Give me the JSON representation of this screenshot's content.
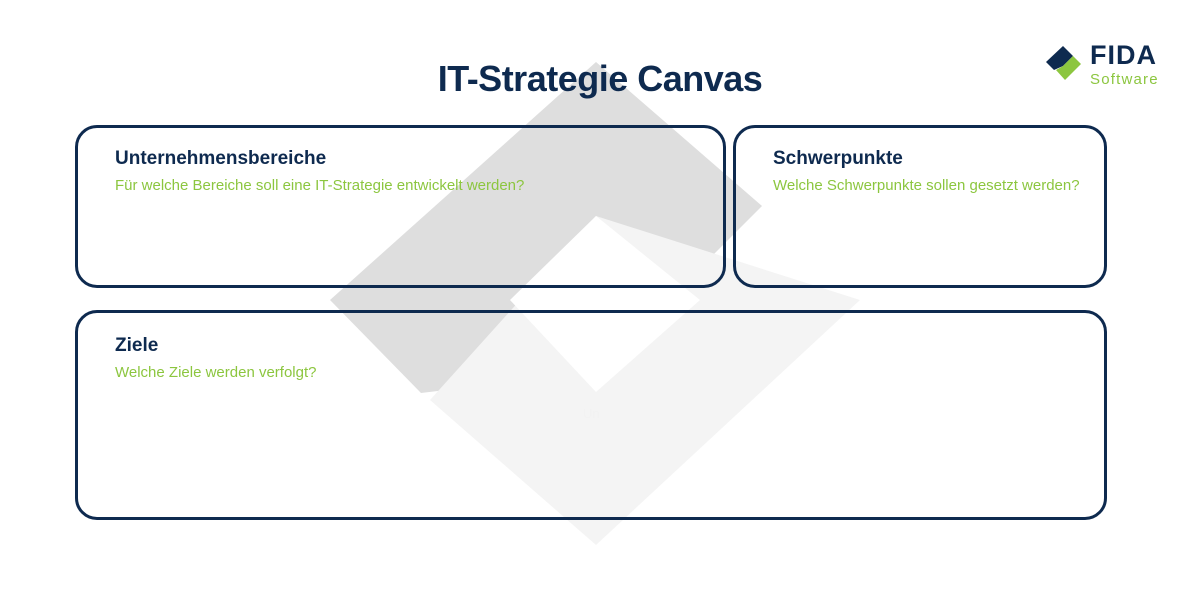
{
  "title": "IT-Strategie Canvas",
  "logo": {
    "word": "FIDA",
    "sub": "Software",
    "colors": {
      "navy": "#0e2a4f",
      "green": "#8cc63f"
    }
  },
  "cards": [
    {
      "title": "Unternehmensbereiche",
      "question": "Für welche Bereiche soll eine IT-Strategie entwickelt werden?"
    },
    {
      "title": "Schwerpunkte",
      "question": "Welche Schwerpunkte sollen gesetzt werden?"
    },
    {
      "title": "Ziele",
      "question": "Welche Ziele werden verfolgt?"
    }
  ],
  "watermark_text": "Un",
  "colors": {
    "heading": "#0e2a4f",
    "accent": "#8cc63f",
    "border": "#0e2a4f",
    "watermark": "#dcdcdc"
  }
}
